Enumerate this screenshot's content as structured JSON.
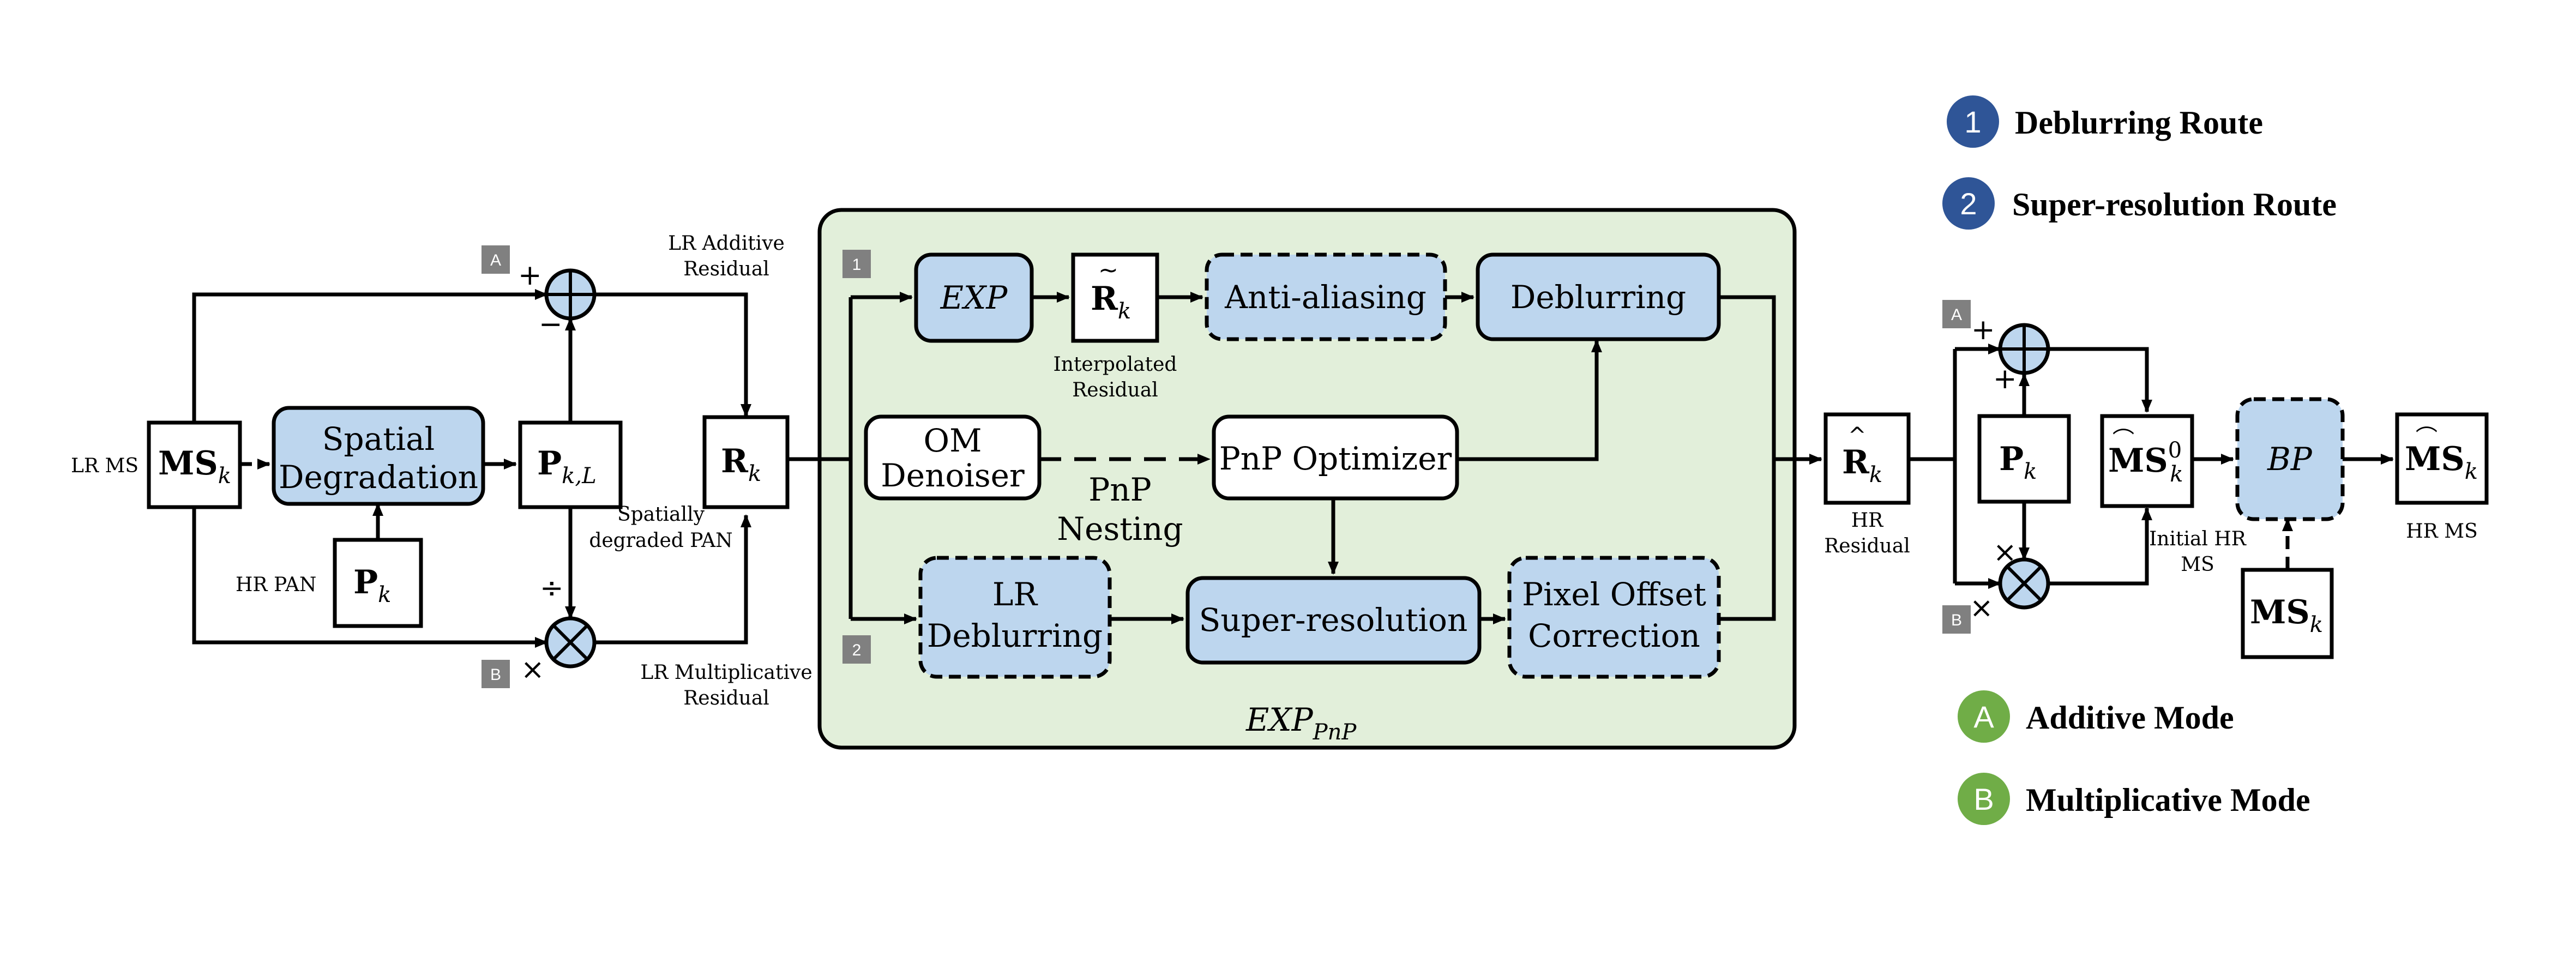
{
  "labels": {
    "lr_ms": "LR MS",
    "hr_pan": "HR PAN",
    "lr_add_res_1": "LR Additive",
    "lr_add_res_2": "Residual",
    "lr_mul_res_1": "LR Multiplicative",
    "lr_mul_res_2": "Residual",
    "spat_pan_1": "Spatially",
    "spat_pan_2": "degraded PAN",
    "interp_1": "Interpolated",
    "interp_2": "Residual",
    "pnp_nest_1": "PnP",
    "pnp_nest_2": "Nesting",
    "hr_res_1": "HR",
    "hr_res_2": "Residual",
    "init_hr_1": "Initial HR",
    "init_hr_2": "MS",
    "hr_ms": "HR MS"
  },
  "blocks": {
    "spatial_1": "Spatial",
    "spatial_2": "Degradation",
    "exp": "EXP",
    "anti": "Anti-aliasing",
    "deblur": "Deblurring",
    "om_1": "OM",
    "om_2": "Denoiser",
    "pnp_opt": "PnP Optimizer",
    "lr_deb_1": "LR",
    "lr_deb_2": "Deblurring",
    "superres": "Super-resolution",
    "pix_1": "Pixel Offset",
    "pix_2": "Correction",
    "bp": "BP"
  },
  "math": {
    "ms": "MS",
    "p": "P",
    "r": "R",
    "k": "k",
    "kl": "k,L",
    "zero": "0",
    "exp_pnp_main": "EXP",
    "exp_pnp_sub": "PnP"
  },
  "signs": {
    "plus": "+",
    "minus": "−",
    "times": "×",
    "divide": "÷"
  },
  "tags": {
    "a": "A",
    "b": "B",
    "one": "1",
    "two": "2"
  },
  "legend": {
    "route1_num": "1",
    "route1": "Deblurring Route",
    "route2_num": "2",
    "route2": "Super-resolution Route",
    "modeA_letter": "A",
    "modeA": "Additive Mode",
    "modeB_letter": "B",
    "modeB": "Multiplicative Mode"
  },
  "colors": {
    "block_fill": "#bdd6ee",
    "panel_fill": "#e2efda",
    "route_circle": "#2f5597",
    "mode_circle": "#70ad47",
    "tag_fill": "#808080"
  }
}
